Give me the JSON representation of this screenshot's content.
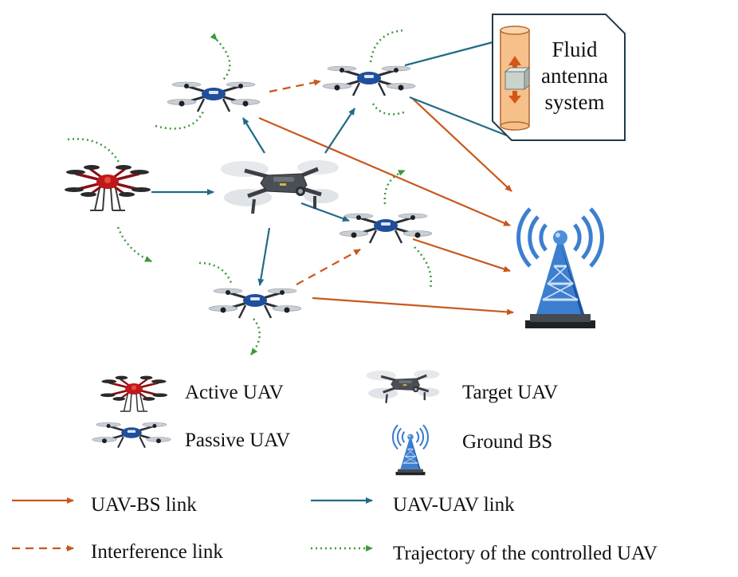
{
  "callout": {
    "label_lines": [
      "Fluid",
      "antenna",
      "system"
    ]
  },
  "legend": {
    "active_uav": "Active UAV",
    "passive_uav": "Passive UAV",
    "target_uav": "Target UAV",
    "ground_bs": "Ground BS",
    "uav_bs_link": "UAV-BS link",
    "uav_uav_link": "UAV-UAV link",
    "interference_link": "Interference link",
    "trajectory": "Trajectory of the controlled UAV"
  },
  "colors": {
    "uav_bs_link": "#c8581c",
    "uav_uav_link": "#1f6b86",
    "interference_link": "#c8581c",
    "trajectory": "#3a9a3a",
    "active_uav": "#c0171b",
    "passive_uav_body": "#1f4f9c",
    "target_uav": "#4a4f55",
    "tower": "#3c7fd0"
  },
  "icons": {
    "active_uav": "red-hexacopter-icon",
    "passive_uav": "blue-quadcopter-icon",
    "target_uav": "grey-foldable-drone-icon",
    "ground_bs": "radio-tower-icon",
    "fluid_antenna": "cylinder-antenna-icon"
  }
}
